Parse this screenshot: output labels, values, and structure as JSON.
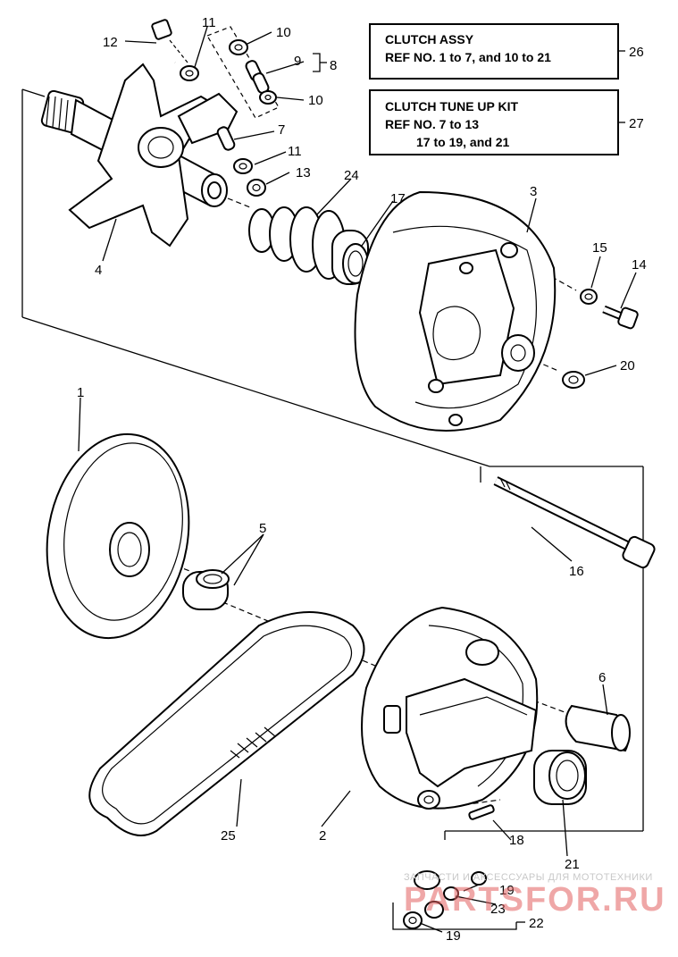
{
  "callouts": {
    "c1": "1",
    "c2": "2",
    "c3": "3",
    "c4": "4",
    "c5": "5",
    "c6": "6",
    "c7": "7",
    "c8": "8",
    "c9": "9",
    "c10a": "10",
    "c10b": "10",
    "c11a": "11",
    "c11b": "11",
    "c12": "12",
    "c13": "13",
    "c14": "14",
    "c15": "15",
    "c16": "16",
    "c17": "17",
    "c18": "18",
    "c19a": "19",
    "c19b": "19",
    "c20": "20",
    "c21": "21",
    "c22": "22",
    "c23": "23",
    "c24": "24",
    "c25": "25",
    "c26": "26",
    "c27": "27"
  },
  "boxes": {
    "clutch_assy": {
      "line1": "CLUTCH ASSY",
      "line2": "REF NO. 1 to 7, and 10 to 21"
    },
    "tune_up_kit": {
      "line1": "CLUTCH TUNE UP KIT",
      "line2": "REF NO. 7 to 13",
      "line3": "         17 to 19, and 21"
    }
  },
  "watermark": {
    "small": "ЗАПЧАСТИ И АКСЕССУАРЫ ДЛЯ МОТОТЕХНИКИ",
    "large": "PARTSFOR.RU"
  }
}
